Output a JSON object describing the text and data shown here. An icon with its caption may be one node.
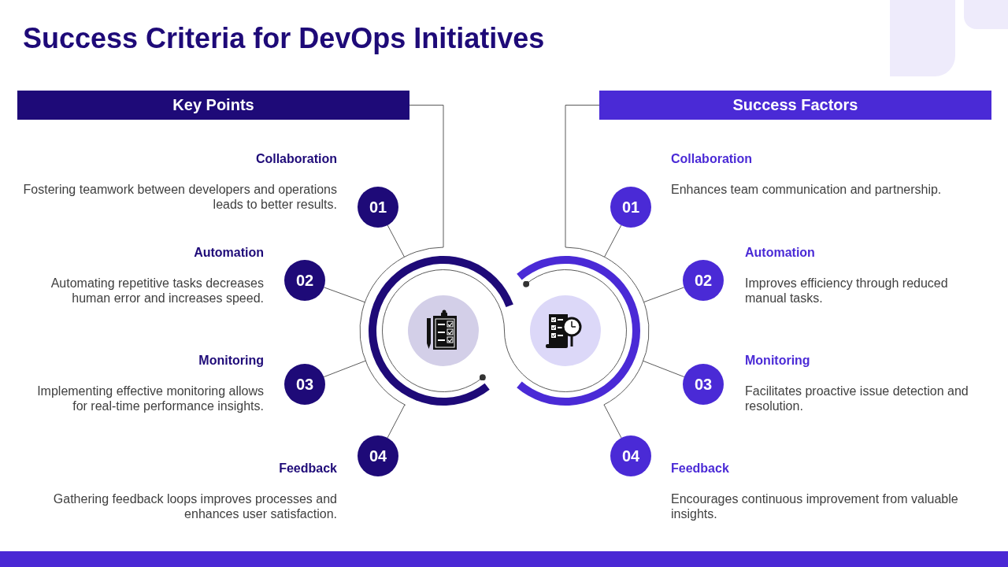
{
  "diagram": {
    "title": "Success Criteria for DevOps Initiatives",
    "nodes": [
      {
        "text": [
          "Key Points"
        ]
      },
      {
        "text": [
          "Success Factors"
        ]
      },
      {
        "text": [],
        "shape": "circle"
      },
      {
        "text": [],
        "shape": "circle"
      },
      {
        "text": [
          "01"
        ],
        "beside": [
          "Collaboration",
          "Fostering teamwork between developers and operations leads to better results."
        ]
      },
      {
        "text": [
          "02"
        ],
        "beside": [
          "Automation",
          "Automating repetitive tasks decreases human error and increases speed."
        ]
      },
      {
        "text": [
          "03"
        ],
        "beside": [
          "Monitoring",
          "Implementing effective monitoring allows for real-time performance insights."
        ]
      },
      {
        "text": [
          "04"
        ],
        "beside": [
          "Feedback",
          "Gathering feedback loops improves processes and enhances user satisfaction."
        ]
      },
      {
        "text": [
          "01"
        ],
        "beside": [
          "Collaboration",
          "Enhances team communication and partnership."
        ]
      },
      {
        "text": [
          "02"
        ],
        "beside": [
          "Automation",
          "Improves efficiency through reduced manual tasks."
        ]
      },
      {
        "text": [
          "03"
        ],
        "beside": [
          "Monitoring",
          "Facilitates proactive issue detection and resolution."
        ]
      },
      {
        "text": [
          "04"
        ],
        "beside": [
          "Feedback",
          "Encourages continuous improvement from valuable insights."
        ]
      }
    ],
    "edges": [
      {
        "from": 0,
        "to": 2,
        "arrow": "none"
      },
      {
        "from": 1,
        "to": 3,
        "arrow": "none"
      },
      {
        "from": 4,
        "to": 2,
        "arrow": "none"
      },
      {
        "from": 5,
        "to": 2,
        "arrow": "none"
      },
      {
        "from": 6,
        "to": 2,
        "arrow": "none"
      },
      {
        "from": 7,
        "to": 2,
        "arrow": "none"
      },
      {
        "from": 8,
        "to": 3,
        "arrow": "none"
      },
      {
        "from": 9,
        "to": 3,
        "arrow": "none"
      },
      {
        "from": 10,
        "to": 3,
        "arrow": "none"
      },
      {
        "from": 11,
        "to": 3,
        "arrow": "none"
      },
      {
        "from": 2,
        "to": 3,
        "arrow": "other"
      }
    ]
  }
}
